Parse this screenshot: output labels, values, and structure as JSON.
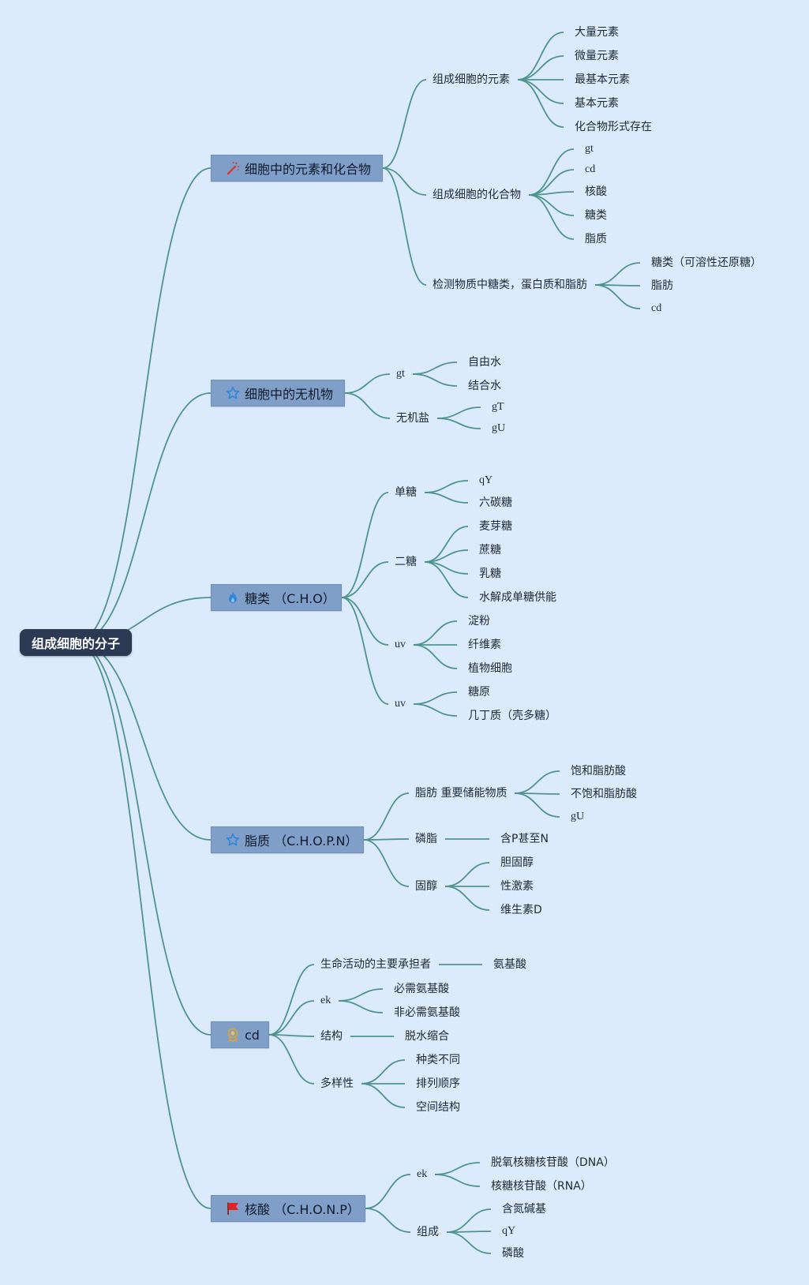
{
  "root": {
    "label": "组成细胞的分子"
  },
  "colors": {
    "background": "#dcebfb",
    "connector": "#4f948c",
    "root_fill": "#2b3a52",
    "topic_fill": "#7f9fc9"
  },
  "topics": [
    {
      "label": "细胞中的元素和化合物",
      "icon": "magic-wand-icon",
      "children": [
        {
          "label": "组成细胞的元素",
          "children": [
            {
              "label": "大量元素"
            },
            {
              "label": "微量元素"
            },
            {
              "label": "最基本元素"
            },
            {
              "label": "基本元素"
            },
            {
              "label": "化合物形式存在"
            }
          ]
        },
        {
          "label": "组成细胞的化合物",
          "children": [
            {
              "label": "gt"
            },
            {
              "label": "cd"
            },
            {
              "label": "核酸"
            },
            {
              "label": "糖类"
            },
            {
              "label": "脂质"
            }
          ]
        },
        {
          "label": "检测物质中糖类，蛋白质和脂肪",
          "children": [
            {
              "label": "糖类（可溶性还原糖）"
            },
            {
              "label": "脂肪"
            },
            {
              "label": "cd"
            }
          ]
        }
      ]
    },
    {
      "label": "细胞中的无机物",
      "icon": "star-icon",
      "children": [
        {
          "label": "gt",
          "children": [
            {
              "label": "自由水"
            },
            {
              "label": "结合水"
            }
          ]
        },
        {
          "label": "无机盐",
          "children": [
            {
              "label": "gT"
            },
            {
              "label": "gU"
            }
          ]
        }
      ]
    },
    {
      "label": "糖类 （C.H.O）",
      "icon": "flame-icon",
      "children": [
        {
          "label": "单糖",
          "children": [
            {
              "label": "qY"
            },
            {
              "label": "六碳糖"
            }
          ]
        },
        {
          "label": "二糖",
          "children": [
            {
              "label": "麦芽糖"
            },
            {
              "label": "蔗糖"
            },
            {
              "label": "乳糖"
            },
            {
              "label": "水解成单糖供能"
            }
          ]
        },
        {
          "label": "uv",
          "children": [
            {
              "label": "淀粉"
            },
            {
              "label": "纤维素"
            },
            {
              "label": "植物细胞"
            }
          ]
        },
        {
          "label": "uv",
          "children": [
            {
              "label": "糖原"
            },
            {
              "label": "几丁质（壳多糖）"
            }
          ]
        }
      ]
    },
    {
      "label": "脂质 （C.H.O.P.N）",
      "icon": "star-icon",
      "children": [
        {
          "label": "脂肪 重要储能物质",
          "children": [
            {
              "label": "饱和脂肪酸"
            },
            {
              "label": "不饱和脂肪酸"
            },
            {
              "label": "gU"
            }
          ]
        },
        {
          "label": "磷脂",
          "children": [
            {
              "label": "含P甚至N"
            }
          ]
        },
        {
          "label": "固醇",
          "children": [
            {
              "label": "胆固醇"
            },
            {
              "label": "性激素"
            },
            {
              "label": "维生素D"
            }
          ]
        }
      ]
    },
    {
      "label": "cd",
      "icon": "medal-icon",
      "children": [
        {
          "label": "生命活动的主要承担者",
          "children": [
            {
              "label": "氨基酸"
            }
          ]
        },
        {
          "label": "ek",
          "children": [
            {
              "label": "必需氨基酸"
            },
            {
              "label": "非必需氨基酸"
            }
          ]
        },
        {
          "label": "结构",
          "children": [
            {
              "label": "脱水缩合"
            }
          ]
        },
        {
          "label": "多样性",
          "children": [
            {
              "label": "种类不同"
            },
            {
              "label": "排列顺序"
            },
            {
              "label": "空间结构"
            }
          ]
        }
      ]
    },
    {
      "label": "核酸 （C.H.O.N.P）",
      "icon": "flag-icon",
      "children": [
        {
          "label": "ek",
          "children": [
            {
              "label": "脱氧核糖核苷酸（DNA）"
            },
            {
              "label": "核糖核苷酸（RNA）"
            }
          ]
        },
        {
          "label": "组成",
          "children": [
            {
              "label": "含氮碱基"
            },
            {
              "label": "qY"
            },
            {
              "label": "磷酸"
            }
          ]
        }
      ]
    }
  ]
}
